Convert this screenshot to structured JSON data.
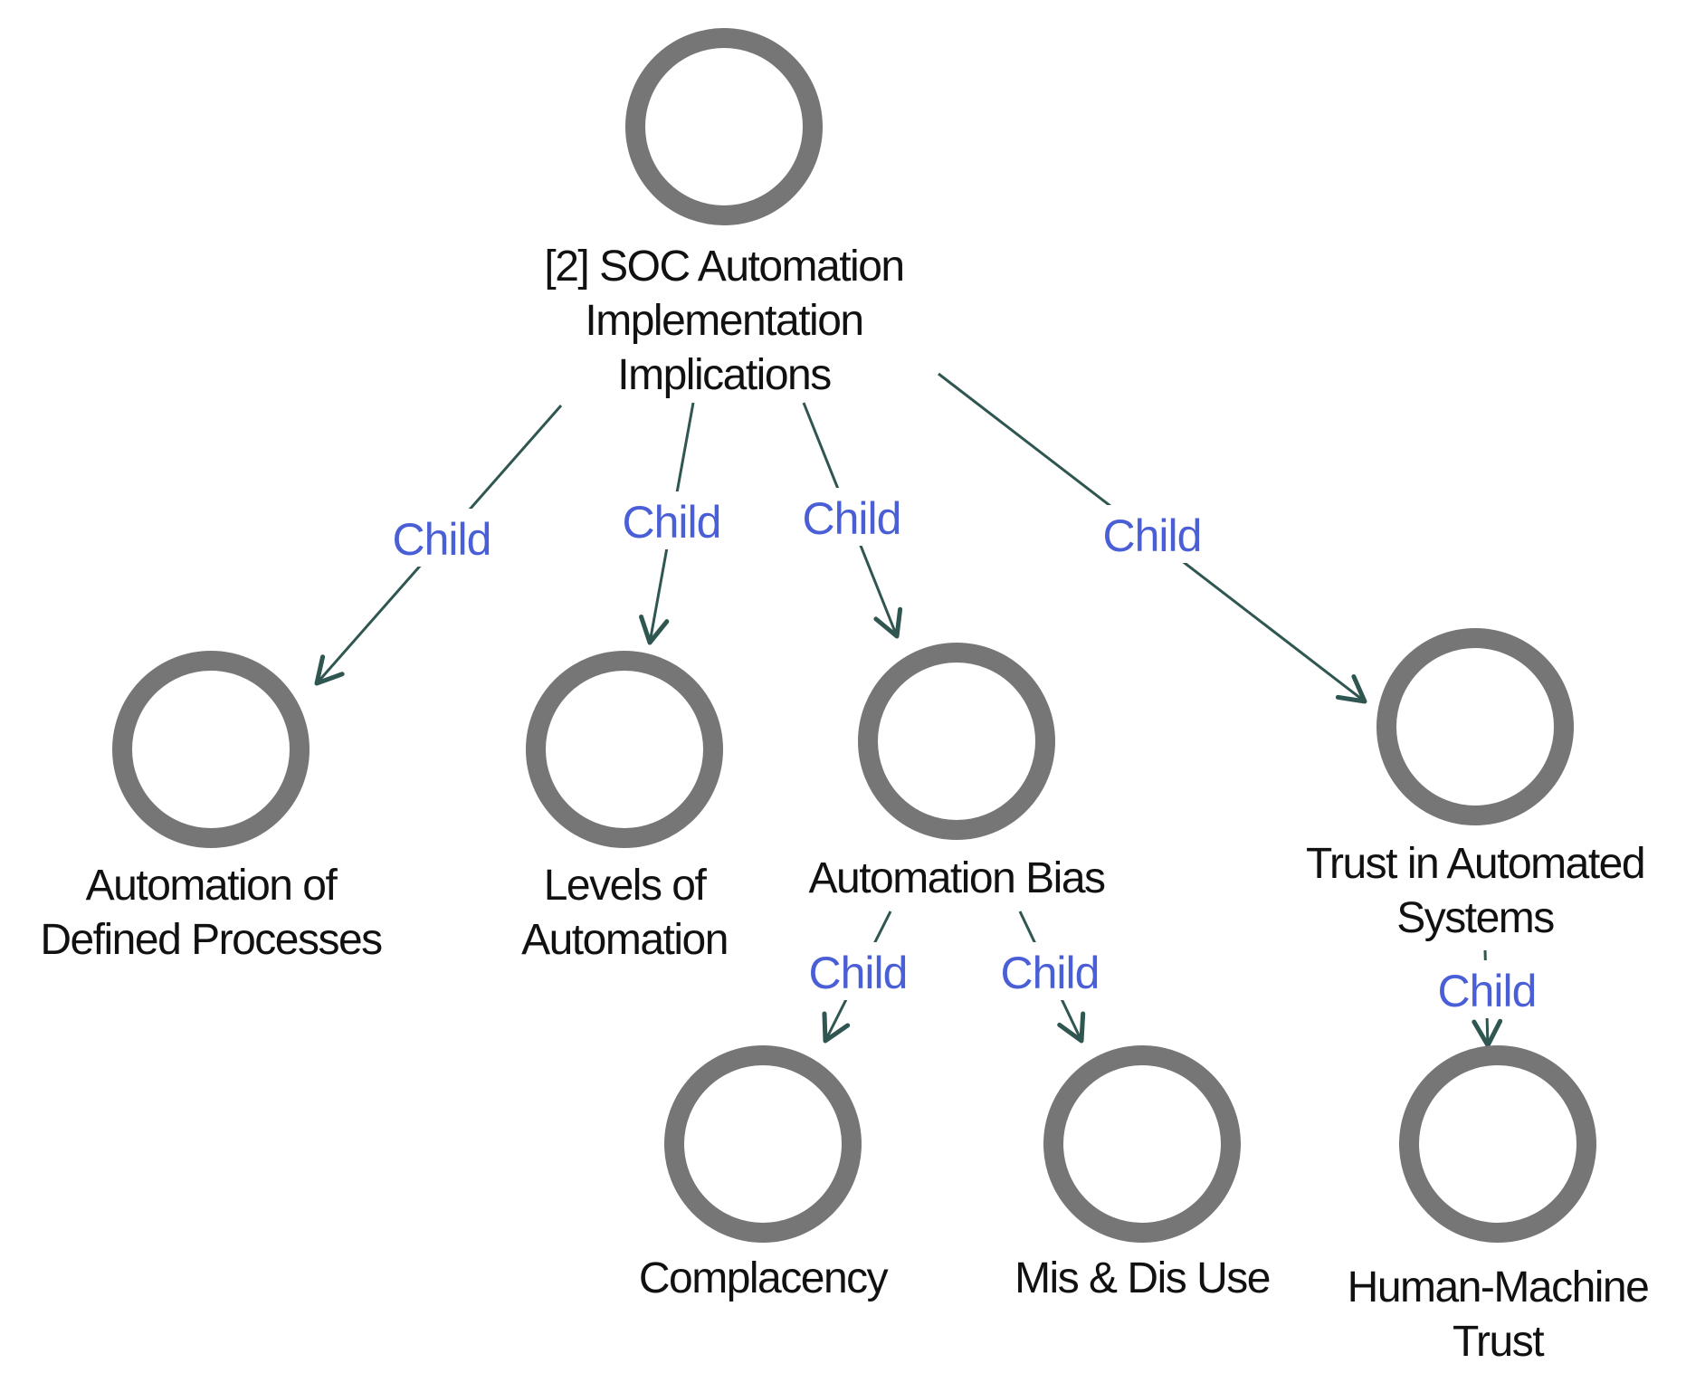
{
  "colors": {
    "node_ring": "#767676",
    "edge": "#2f5650",
    "edge_label": "#4a5fd6",
    "node_text": "#111111",
    "background": "#ffffff"
  },
  "nodes": [
    {
      "id": "root",
      "icon": "circle-node-icon",
      "label_lines": [
        "[2] SOC Automation",
        "Implementation",
        "Implications"
      ]
    },
    {
      "id": "automation-of-defined-processes",
      "icon": "circle-node-icon",
      "label_lines": [
        "Automation of",
        "Defined Processes"
      ]
    },
    {
      "id": "levels-of-automation",
      "icon": "circle-node-icon",
      "label_lines": [
        "Levels of",
        "Automation"
      ]
    },
    {
      "id": "automation-bias",
      "icon": "circle-node-icon",
      "label_lines": [
        "Automation Bias"
      ]
    },
    {
      "id": "trust-in-automated-systems",
      "icon": "circle-node-icon",
      "label_lines": [
        "Trust in Automated",
        "Systems"
      ]
    },
    {
      "id": "complacency",
      "icon": "circle-node-icon",
      "label_lines": [
        "Complacency"
      ]
    },
    {
      "id": "mis-and-dis-use",
      "icon": "circle-node-icon",
      "label_lines": [
        "Mis & Dis Use"
      ]
    },
    {
      "id": "human-machine-trust",
      "icon": "circle-node-icon",
      "label_lines": [
        "Human-Machine",
        "Trust"
      ]
    }
  ],
  "edges": [
    {
      "from": "root",
      "to": "automation-of-defined-processes",
      "label": "Child"
    },
    {
      "from": "root",
      "to": "levels-of-automation",
      "label": "Child"
    },
    {
      "from": "root",
      "to": "automation-bias",
      "label": "Child"
    },
    {
      "from": "root",
      "to": "trust-in-automated-systems",
      "label": "Child"
    },
    {
      "from": "automation-bias",
      "to": "complacency",
      "label": "Child"
    },
    {
      "from": "automation-bias",
      "to": "mis-and-dis-use",
      "label": "Child"
    },
    {
      "from": "trust-in-automated-systems",
      "to": "human-machine-trust",
      "label": "Child"
    }
  ]
}
